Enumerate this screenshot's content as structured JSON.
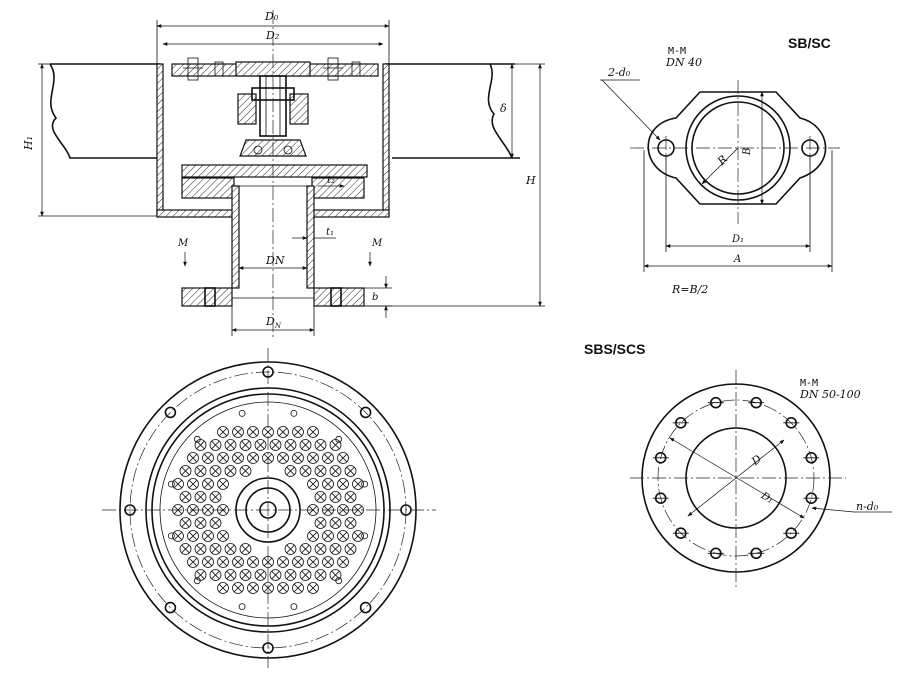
{
  "section_view": {
    "d0": "D₀",
    "d2": "D₂",
    "h1": "H₁",
    "h": "H",
    "delta": "δ",
    "t2": "t₂",
    "t1": "t₁",
    "m_left": "M",
    "m_right": "M",
    "dn": "DN",
    "dn_outer": "D_N",
    "b": "b"
  },
  "sb_sc_view": {
    "title": "SB/SC",
    "section_label": "M-M",
    "dn_label": "DN 40",
    "holes": "2-d₀",
    "r": "R",
    "b": "B",
    "d1": "D₁",
    "a": "A",
    "note": "R=B/2"
  },
  "sbs_scs_view": {
    "title": "SBS/SCS",
    "section_label": "M-M",
    "dn_label": "DN 50-100",
    "d": "D",
    "d1": "D₁",
    "holes": "n-d₀"
  }
}
